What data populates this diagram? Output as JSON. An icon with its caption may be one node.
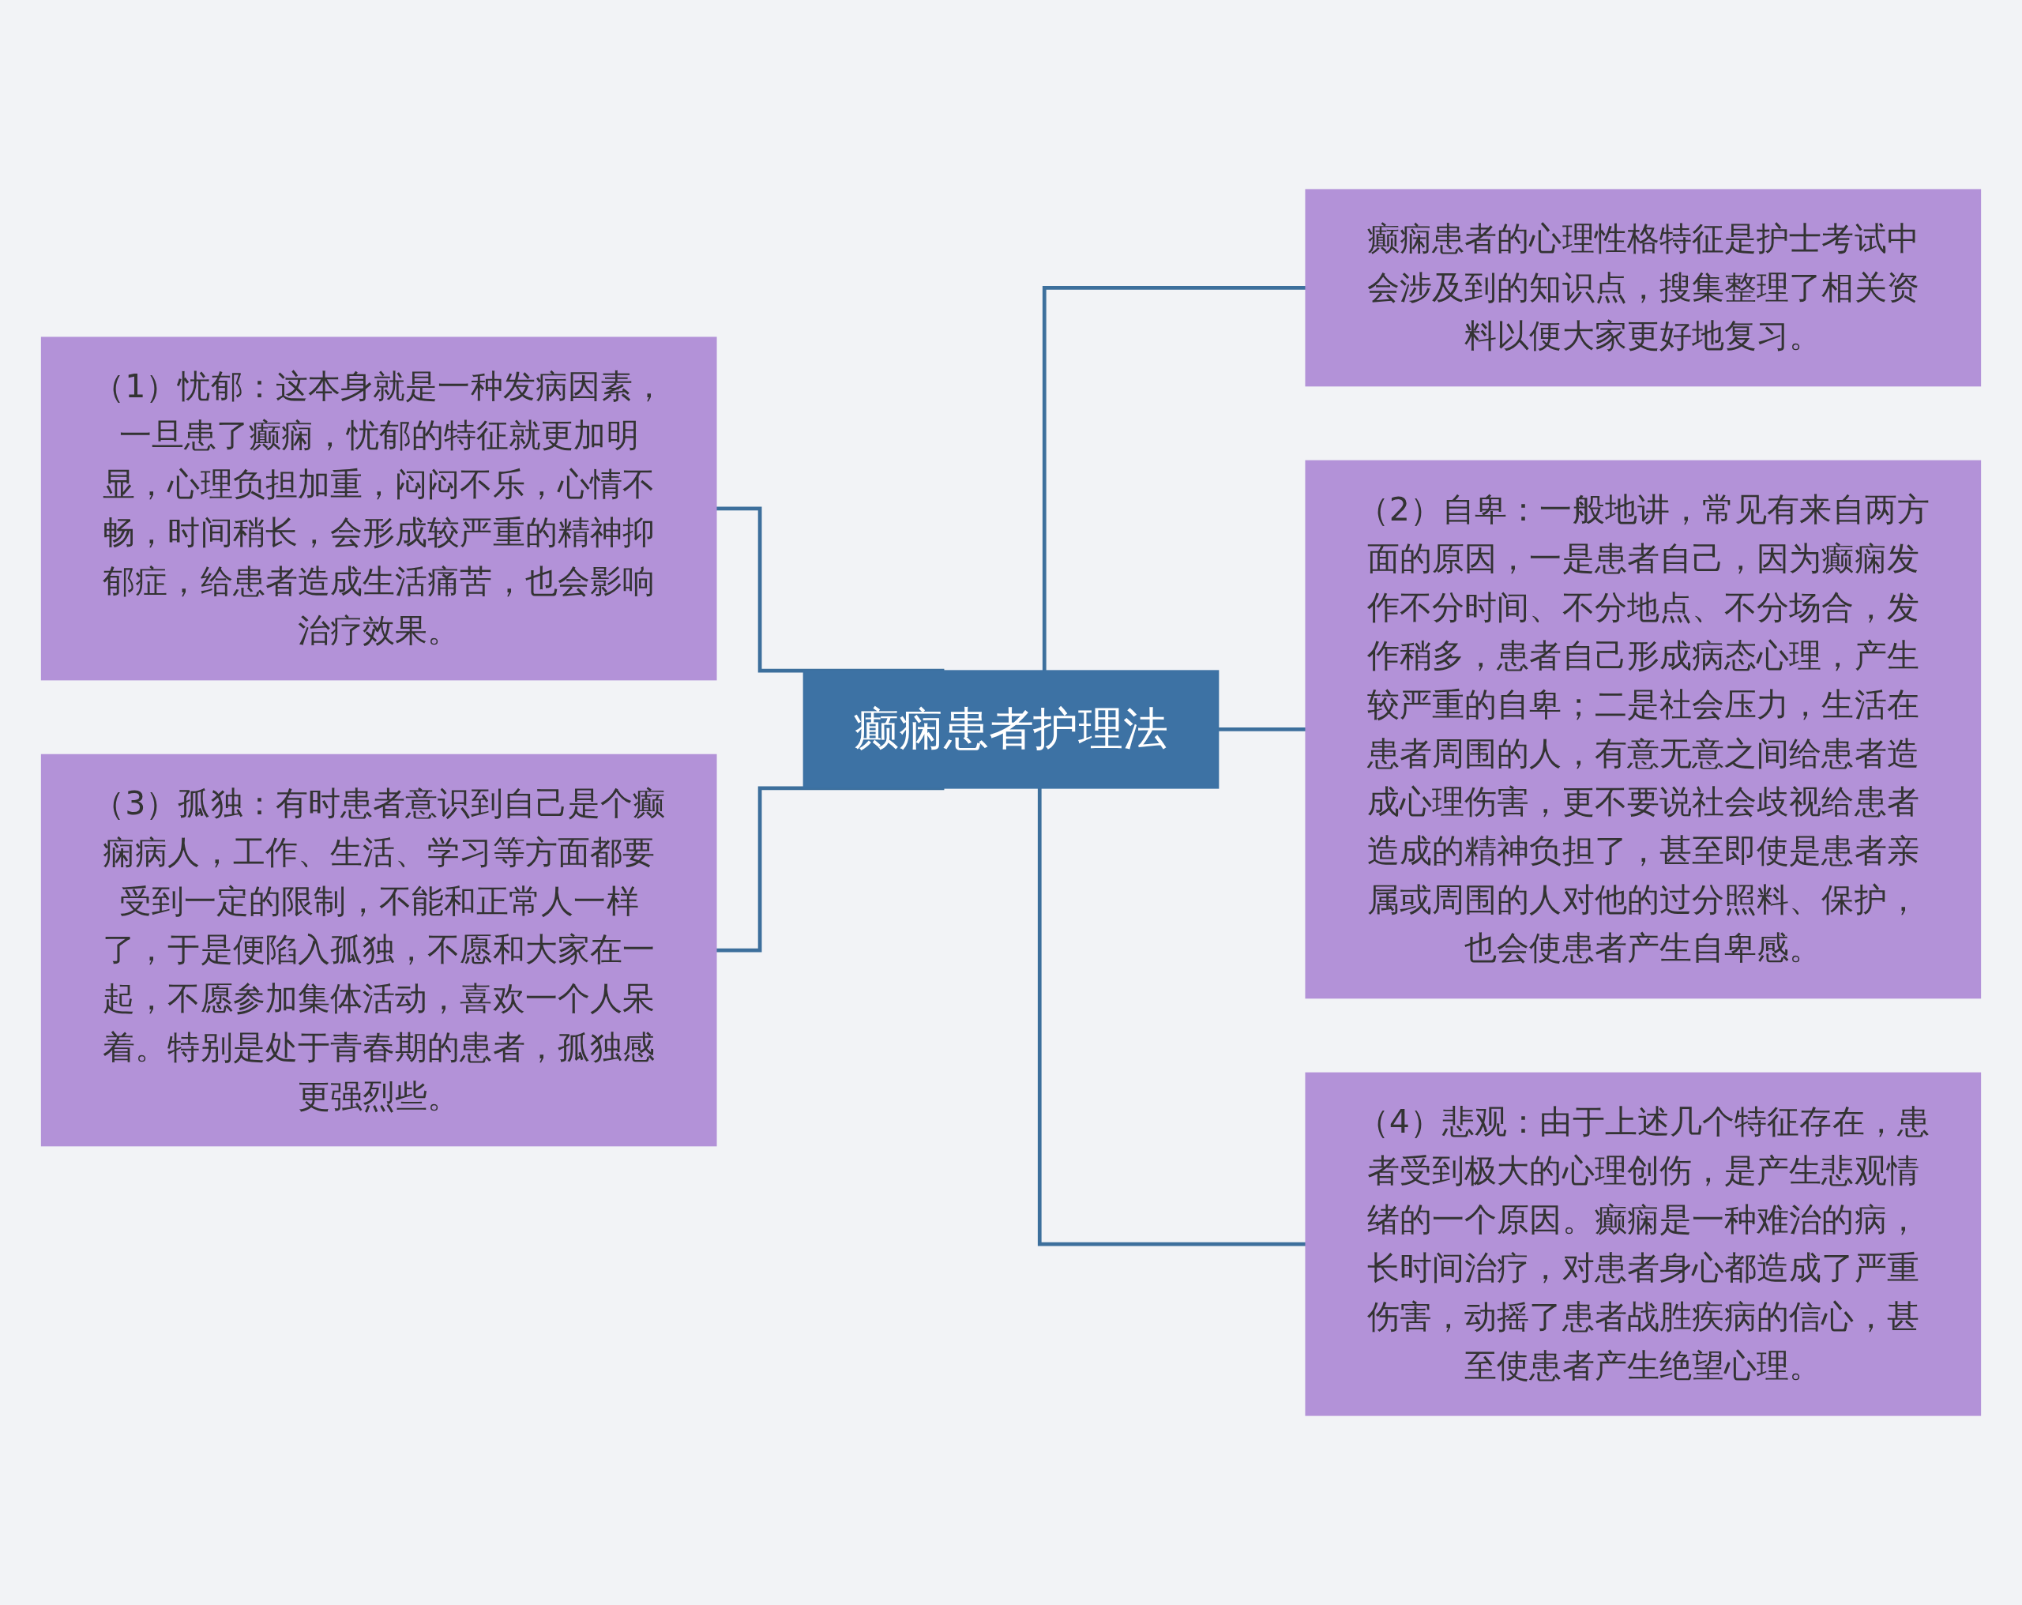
{
  "diagram": {
    "nodes": [
      {
        "text": [
          "癫痫患者护理法"
        ]
      },
      {
        "text": [
          "癫痫患者的心理性格特征是护士考试中会涉及到的知识点，搜集整理了相关资料以便大家更好地复习。"
        ]
      },
      {
        "text": [
          "（1）忧郁：这本身就是一种发病因素，一旦患了癫痫，忧郁的特征就更加明显，心理负担加重，闷闷不乐，心情不畅，时间稍长，会形成较严重的精神抑郁症，给患者造成生活痛苦，也会影响治疗效果。"
        ]
      },
      {
        "text": [
          "（2）自卑：一般地讲，常见有来自两方面的原因，一是患者自己，因为癫痫发作不分时间、不分地点、不分场合，发作稍多，患者自己形成病态心理，产生较严重的自卑；二是社会压力，生活在患者周围的人，有意无意之间给患者造成心理伤害，更不要说社会歧视给患者造成的精神负担了，甚至即使是患者亲属或周围的人对他的过分照料、保护，也会使患者产生自卑感。"
        ]
      },
      {
        "text": [
          "（3）孤独：有时患者意识到自己是个癫痫病人，工作、生活、学习等方面都要受到一定的限制，不能和正常人一样了，于是便陷入孤独，不愿和大家在一起，不愿参加集体活动，喜欢一个人呆着。特别是处于青春期的患者，孤独感更强烈些。"
        ]
      },
      {
        "text": [
          "（4）悲观：由于上述几个特征存在，患者受到极大的心理创伤，是产生悲观情绪的一个原因。癫痫是一种难治的病，长时间治疗，对患者身心都造成了严重伤害，动摇了患者战胜疾病的信心，甚至使患者产生绝望心理。"
        ]
      }
    ],
    "edges": [
      {
        "from": 0,
        "to": 1,
        "arrow": "none"
      },
      {
        "from": 2,
        "to": 0,
        "arrow": "none"
      },
      {
        "from": 0,
        "to": 3,
        "arrow": "none"
      },
      {
        "from": 4,
        "to": 0,
        "arrow": "none"
      },
      {
        "from": 0,
        "to": 5,
        "arrow": "none"
      }
    ]
  }
}
